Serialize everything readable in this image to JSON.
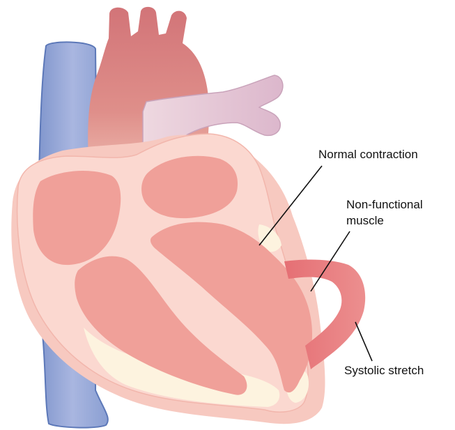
{
  "labels": {
    "normal_contraction": "Normal contraction",
    "non_functional_line1": "Non-functional",
    "non_functional_line2": "muscle",
    "systolic_stretch": "Systolic stretch"
  },
  "colors": {
    "vena_cava": "#8aa0d0",
    "vena_cava_stroke": "#5c78b8",
    "aorta": "#d98080",
    "pulmonary_artery": "#e3c4d6",
    "pericardium_outer": "#f9cbc0",
    "myocardium": "#fbd9d2",
    "chamber": "#f09e95",
    "fat_tissue": "#fdf2dd",
    "damaged_muscle": "#e5767a",
    "label_text": "#111111"
  }
}
